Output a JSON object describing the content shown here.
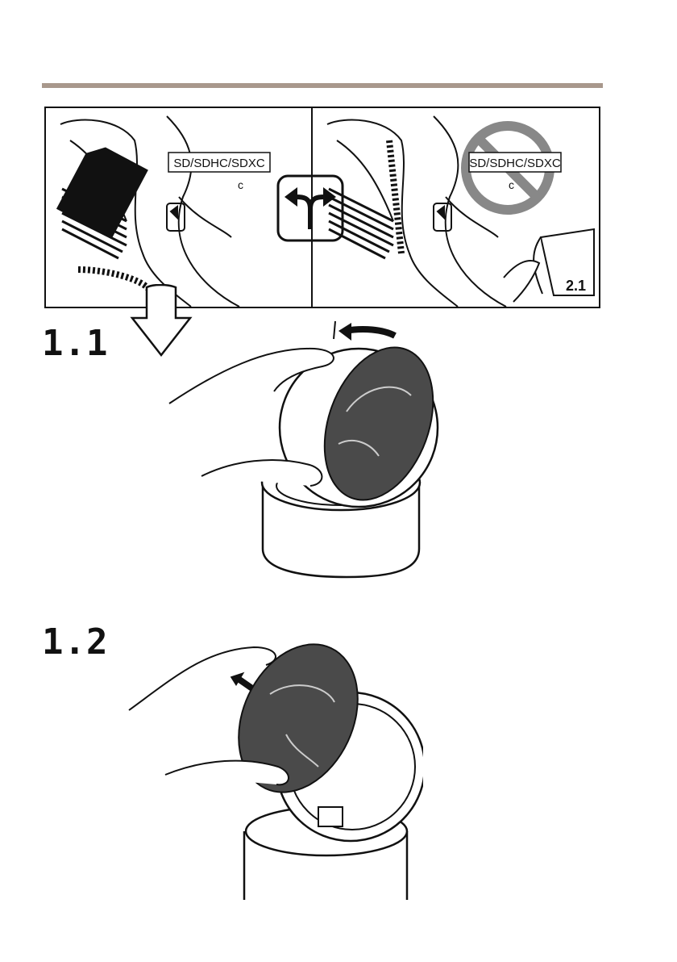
{
  "header": {
    "rule_color": "#a8988c"
  },
  "top_panel": {
    "left_label": "SD/SDHC/SDXC",
    "right_label": "SD/SDHC/SDXC",
    "small_mark_left": "c",
    "small_mark_right": "c",
    "reference_tag": "2.1",
    "center_icon": "split-arrow-icon",
    "prohibit_icon": "prohibited-icon",
    "prohibit_color": "#888888"
  },
  "steps": [
    {
      "label": "1.1",
      "action_icon": "rotate-counterclockwise-arrow-icon"
    },
    {
      "label": "1.2",
      "action_icon": "lift-arrow-icon"
    }
  ]
}
